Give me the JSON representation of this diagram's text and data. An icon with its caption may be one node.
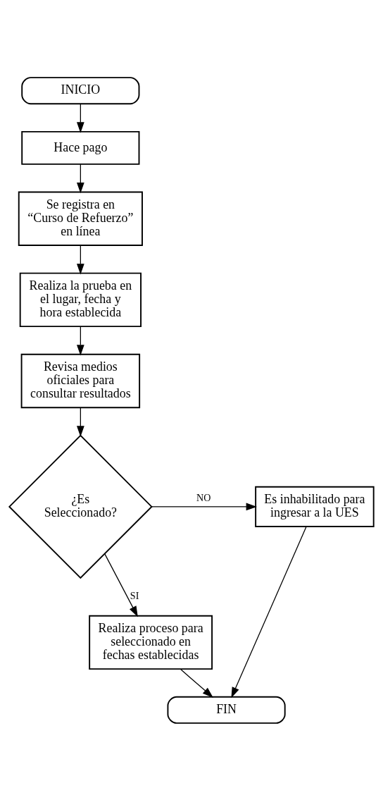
{
  "diagram": {
    "nodes": [
      {
        "text": [
          "INICIO"
        ]
      },
      {
        "text": [
          "Hace pago"
        ]
      },
      {
        "text": [
          "Se registra en “Curso de Refuerzo” en línea"
        ]
      },
      {
        "text": [
          "Realiza la prueba en el lugar, fecha y hora establecida"
        ]
      },
      {
        "text": [
          "Revisa medios oficiales para consultar resultados"
        ]
      },
      {
        "text": [
          "¿Es Seleccionado?"
        ]
      },
      {
        "text": [
          "Es inhabilitado para ingresar a la UES"
        ]
      },
      {
        "text": [
          "Realiza proceso para seleccionado en fechas establecidas"
        ]
      },
      {
        "text": [
          "FIN"
        ]
      }
    ],
    "edges": [
      {
        "from": 0,
        "to": 1,
        "arrow": "to"
      },
      {
        "from": 1,
        "to": 2,
        "arrow": "to"
      },
      {
        "from": 2,
        "to": 3,
        "arrow": "to"
      },
      {
        "from": 3,
        "to": 4,
        "arrow": "to"
      },
      {
        "from": 4,
        "to": 5,
        "arrow": "to"
      },
      {
        "from": 5,
        "to": 6,
        "label": "NO",
        "arrow": "to"
      },
      {
        "from": 5,
        "to": 7,
        "label": "SI",
        "arrow": "to"
      },
      {
        "from": 7,
        "to": 8,
        "arrow": "to"
      },
      {
        "from": 6,
        "to": 8,
        "arrow": "to"
      }
    ]
  }
}
